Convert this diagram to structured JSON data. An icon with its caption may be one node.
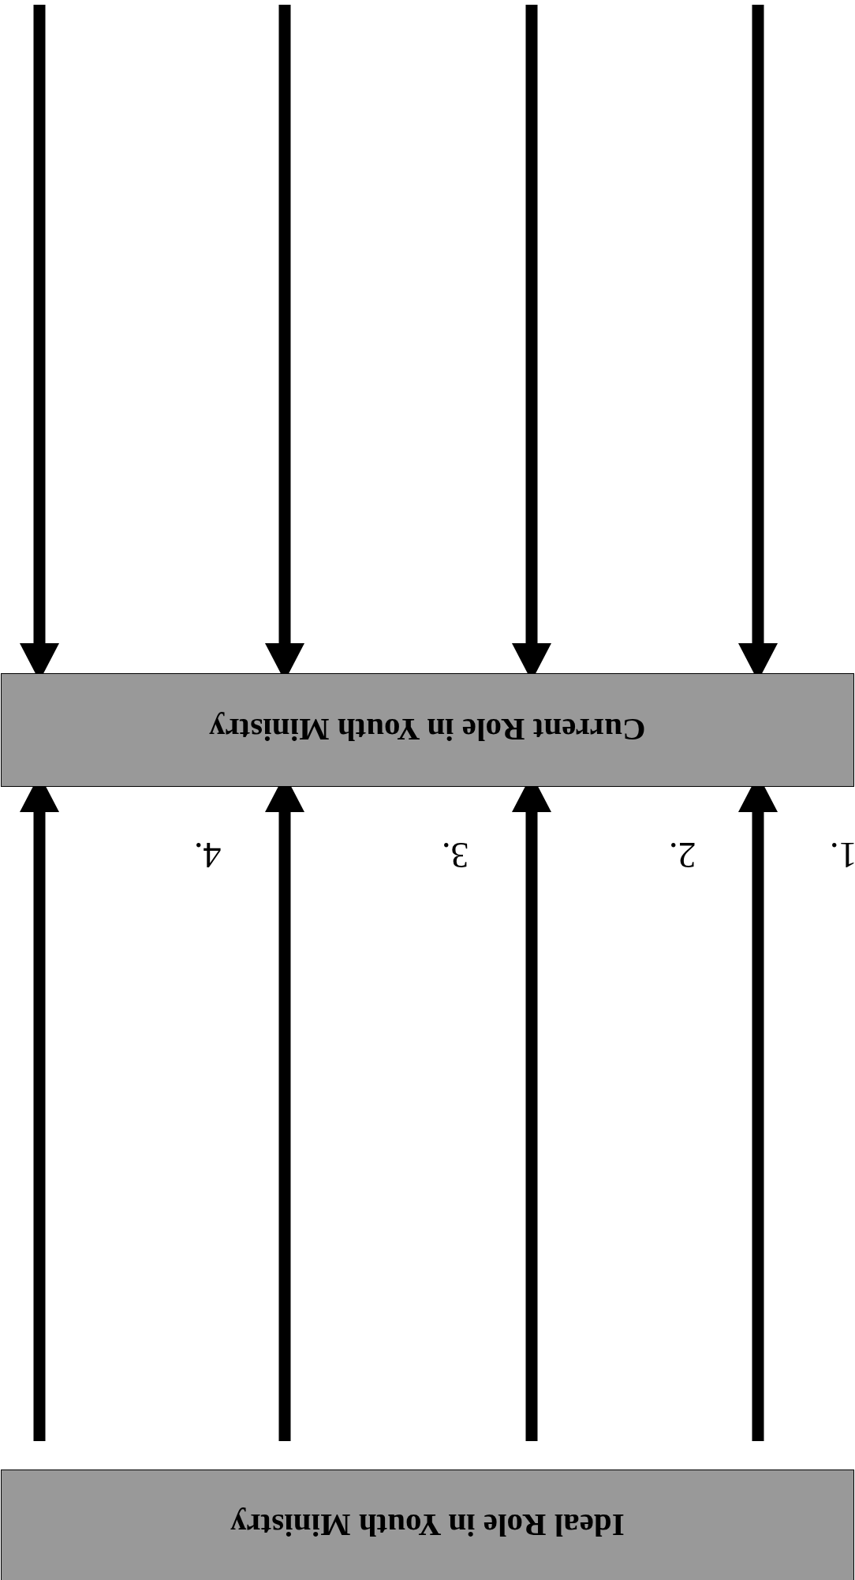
{
  "diagram": {
    "nodes": [
      {
        "text": [
          "Current Role in Youth Ministry"
        ]
      },
      {
        "text": [
          "Ideal Role in Youth Ministry"
        ]
      }
    ],
    "edges": [
      {
        "from": null,
        "to": 0,
        "arrow": "to"
      },
      {
        "from": null,
        "to": 0,
        "arrow": "to"
      },
      {
        "from": null,
        "to": 0,
        "arrow": "to"
      },
      {
        "from": null,
        "to": 0,
        "arrow": "to"
      },
      {
        "from": 1,
        "to": 0,
        "arrow": "to"
      },
      {
        "from": 1,
        "to": 0,
        "arrow": "to"
      },
      {
        "from": 1,
        "to": 0,
        "arrow": "to"
      },
      {
        "from": 1,
        "to": 0,
        "arrow": "to"
      }
    ],
    "labels": [
      "1.",
      "2.",
      "3.",
      "4."
    ]
  }
}
